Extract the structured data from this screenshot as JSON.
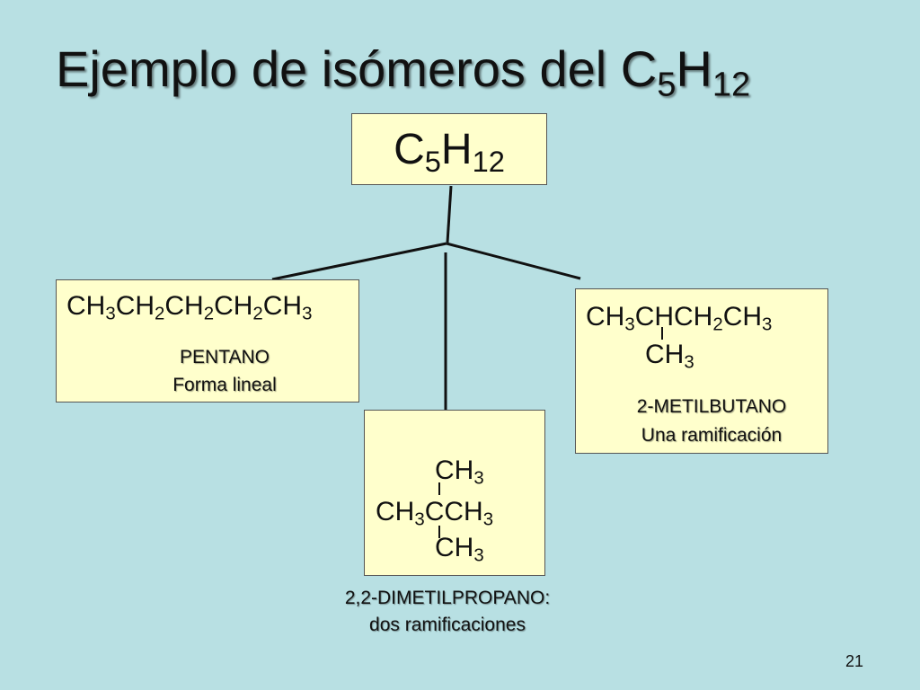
{
  "title": {
    "prefix": "Ejemplo de isómeros del C",
    "sub1": "5",
    "mid": "H",
    "sub2": "12"
  },
  "root": {
    "c": "C",
    "sub1": "5",
    "h": "H",
    "sub2": "12"
  },
  "pentano": {
    "formula": [
      {
        "t": "CH"
      },
      {
        "s": "3"
      },
      {
        "t": "CH"
      },
      {
        "s": "2"
      },
      {
        "t": "CH"
      },
      {
        "s": "2"
      },
      {
        "t": "CH"
      },
      {
        "s": "2"
      },
      {
        "t": "CH"
      },
      {
        "s": "3"
      }
    ],
    "name": "PENTANO",
    "desc": "Forma lineal"
  },
  "dimetil": {
    "top_group": {
      "t": "CH",
      "s": "3"
    },
    "main": [
      {
        "t": "CH"
      },
      {
        "s": "3"
      },
      {
        "t": "CCH"
      },
      {
        "s": "3"
      }
    ],
    "bottom_group": {
      "t": "CH",
      "s": "3"
    },
    "name": "2,2-DIMETILPROPANO:",
    "desc": "dos ramificaciones"
  },
  "metil": {
    "main": [
      {
        "t": "CH"
      },
      {
        "s": "3"
      },
      {
        "t": "CHCH"
      },
      {
        "s": "2"
      },
      {
        "t": "CH"
      },
      {
        "s": "3"
      }
    ],
    "branch": {
      "t": "CH",
      "s": "3"
    },
    "name": "2-METILBUTANO",
    "desc": "Una ramificación"
  },
  "page_number": "21"
}
